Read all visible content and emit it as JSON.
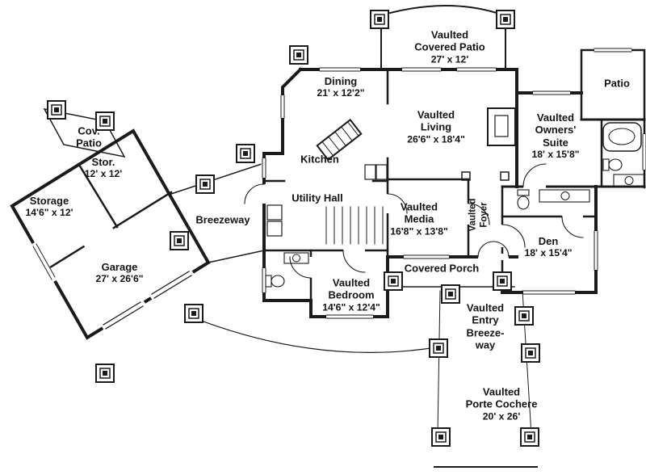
{
  "page": {
    "background": "#ffffff",
    "ink": "#1b1b1b",
    "type": "architectural floor plan"
  },
  "labels": {
    "covered_patio": {
      "lines": [
        "Vaulted",
        "Covered Patio",
        "27' x 12'"
      ]
    },
    "patio": {
      "lines": [
        "Patio"
      ]
    },
    "dining": {
      "lines": [
        "Dining",
        "21' x 12'2\""
      ]
    },
    "living": {
      "lines": [
        "Vaulted",
        "Living",
        "26'6\" x 18'4\""
      ]
    },
    "owners_suite": {
      "lines": [
        "Vaulted",
        "Owners'",
        "Suite",
        "18' x 15'8\""
      ]
    },
    "kitchen": {
      "lines": [
        "Kitchen"
      ]
    },
    "cov_patio": {
      "lines": [
        "Cov.",
        "Patio"
      ]
    },
    "stor": {
      "lines": [
        "Stor.",
        "12' x 12'"
      ]
    },
    "storage": {
      "lines": [
        "Storage",
        "14'6\" x 12'"
      ]
    },
    "breezeway": {
      "lines": [
        "Breezeway"
      ]
    },
    "utility_hall": {
      "lines": [
        "Utility Hall"
      ]
    },
    "media": {
      "lines": [
        "Vaulted",
        "Media",
        "16'8\" x 13'8\""
      ]
    },
    "foyer": {
      "lines": [
        "Vaulted",
        "Foyer"
      ]
    },
    "den": {
      "lines": [
        "Den",
        "18' x 15'4\""
      ]
    },
    "garage": {
      "lines": [
        "Garage",
        "27' x 26'6\""
      ]
    },
    "bedroom": {
      "lines": [
        "Vaulted",
        "Bedroom",
        "14'6\" x 12'4\""
      ]
    },
    "covered_porch": {
      "lines": [
        "Covered Porch"
      ]
    },
    "entry_breezeway": {
      "lines": [
        "Vaulted",
        "Entry",
        "Breeze-",
        "way"
      ]
    },
    "porte_cochere": {
      "lines": [
        "Vaulted",
        "Porte Cochere",
        "20' x 26'"
      ]
    }
  }
}
